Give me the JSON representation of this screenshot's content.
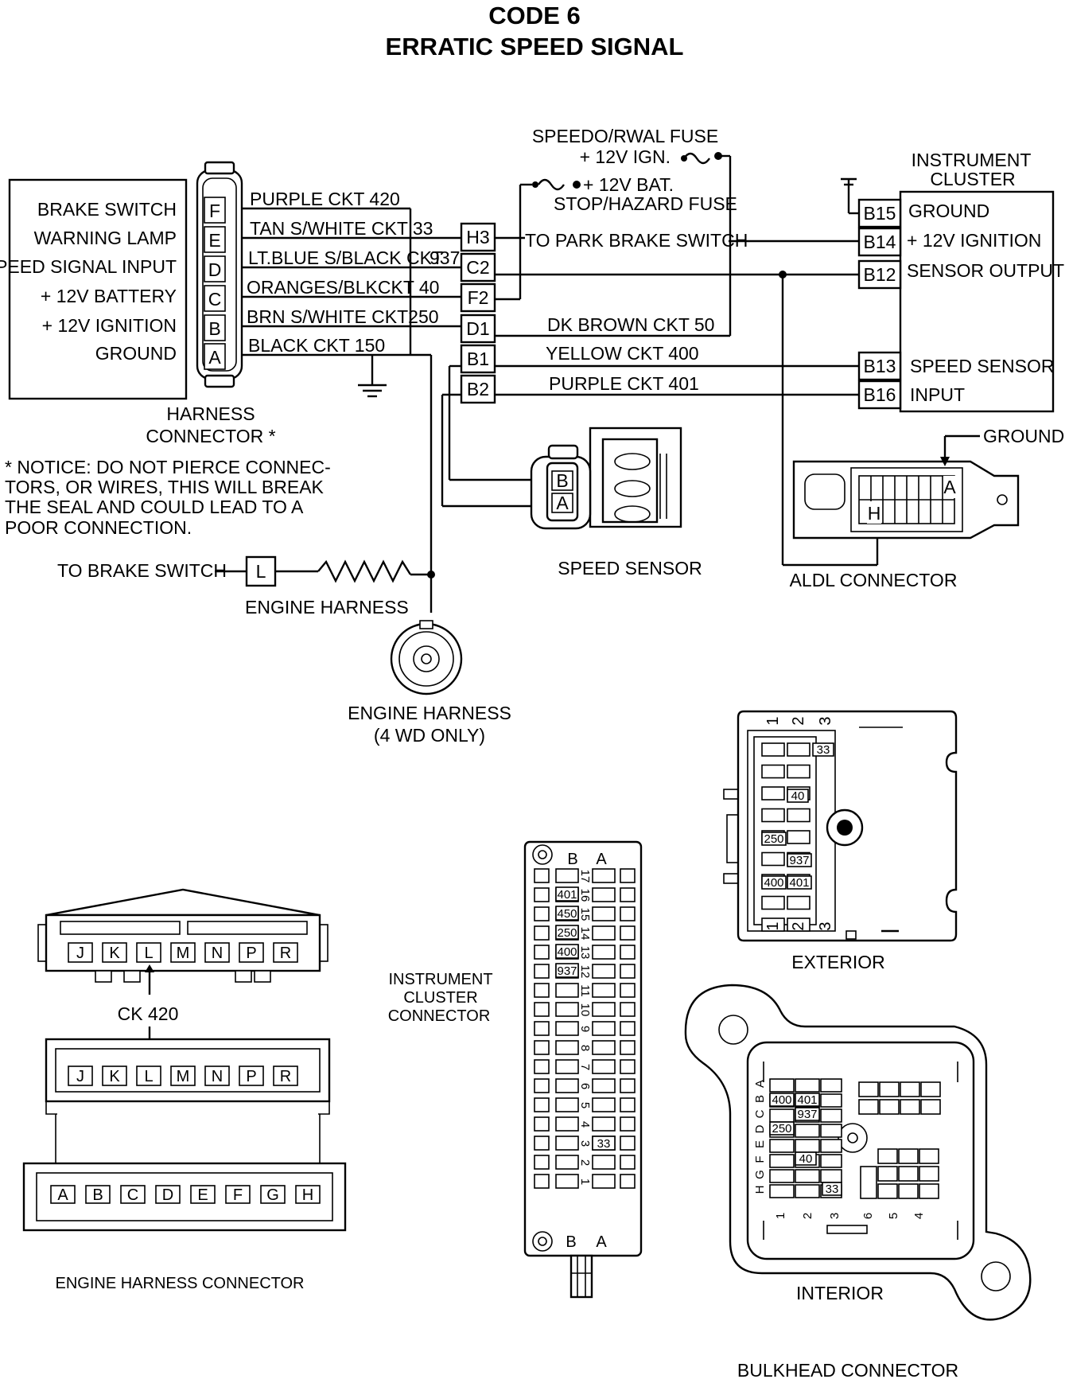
{
  "title": {
    "code": "CODE 6",
    "name": "ERRATIC SPEED SIGNAL"
  },
  "module": {
    "labels": [
      "BRAKE SWITCH",
      "WARNING LAMP",
      "SPEED SIGNAL INPUT",
      "+ 12V BATTERY",
      "+ 12V IGNITION",
      "GROUND"
    ],
    "pins": [
      "F",
      "E",
      "D",
      "C",
      "B",
      "A"
    ],
    "wires": [
      "PURPLE CKT 420",
      "TAN S/WHITE CKT 33",
      "LT.BLUE S/BLACK CKT",
      "ORANGES/BLKCKT  40",
      "BRN S/WHITE CKT250",
      "BLACK CKT 150"
    ],
    "wire_937": "937",
    "caption_line1": "HARNESS",
    "caption_line2": "CONNECTOR *"
  },
  "bulkhead_pins": [
    "H3",
    "C2",
    "F2",
    "D1",
    "B1",
    "B2"
  ],
  "fuses": {
    "speedo_line1": "SPEEDO/RWAL FUSE",
    "speedo_line2": "+ 12V IGN.",
    "stop_line1": "+ 12V BAT.",
    "stop_line2": "STOP/HAZARD FUSE"
  },
  "circuits": {
    "park_brake": "TO PARK BRAKE SWITCH",
    "dk_brown": "DK BROWN CKT 50",
    "yellow": "YELLOW CKT 400",
    "purple401": "PURPLE CKT 401"
  },
  "cluster": {
    "title_line1": "INSTRUMENT",
    "title_line2": "CLUSTER",
    "pins": [
      "B15",
      "B14",
      "B12",
      "B13",
      "B16"
    ],
    "labels": [
      "GROUND",
      "+ 12V IGNITION",
      "SENSOR OUTPUT",
      "SPEED SENSOR",
      "INPUT"
    ]
  },
  "notice": {
    "line1": "*  NOTICE:  DO  NOT  PIERCE  CONNEC-",
    "line2": "TORS,  OR  WIRES,  THIS  WILL  BREAK",
    "line3": "THE   SEAL   AND   COULD   LEAD   TO   A",
    "line4": "POOR CONNECTION."
  },
  "brake_switch": {
    "label": "TO BRAKE SWITCH",
    "pin": "L",
    "harness": "ENGINE HARNESS"
  },
  "speed_sensor": {
    "pins": [
      "B",
      "A"
    ],
    "label": "SPEED SENSOR"
  },
  "aldl": {
    "ground": "GROUND",
    "pin_a": "A",
    "pin_h": "H",
    "label": "ALDL CONNECTOR"
  },
  "engine_harness_4wd": {
    "line1": "ENGINE HARNESS",
    "line2": "(4 WD ONLY)"
  },
  "engine_connector": {
    "upper_pins": [
      "J",
      "K",
      "L",
      "M",
      "N",
      "P",
      "R"
    ],
    "lower_pins": [
      "A",
      "B",
      "C",
      "D",
      "E",
      "F",
      "G",
      "H"
    ],
    "ck420": "CK 420",
    "label": "ENGINE HARNESS CONNECTOR"
  },
  "cluster_connector": {
    "label_line1": "INSTRUMENT",
    "label_line2": "CLUSTER",
    "label_line3": "CONNECTOR",
    "col_b": "B",
    "col_a": "A",
    "numbers": [
      "17",
      "16",
      "15",
      "14",
      "13",
      "12",
      "11",
      "10",
      "9",
      "8",
      "7",
      "6",
      "5",
      "4",
      "3",
      "2",
      "1"
    ],
    "ckt_b": [
      "401",
      "450",
      "250",
      "400",
      "937"
    ],
    "ckt_a2": "33"
  },
  "bulkhead_exterior": {
    "cols": [
      "1",
      "2",
      "3"
    ],
    "ckts": [
      "33",
      "40",
      "250",
      "937",
      "400",
      "401"
    ],
    "label": "EXTERIOR"
  },
  "bulkhead_interior": {
    "rows": [
      "H",
      "G",
      "F",
      "E",
      "D",
      "C",
      "B",
      "A"
    ],
    "bottom": [
      "1",
      "2",
      "3",
      "6",
      "5",
      "4"
    ],
    "ckts": [
      "400",
      "401",
      "937",
      "250",
      "40",
      "33"
    ],
    "label": "INTERIOR"
  },
  "bulkhead_caption": "BULKHEAD CONNECTOR"
}
